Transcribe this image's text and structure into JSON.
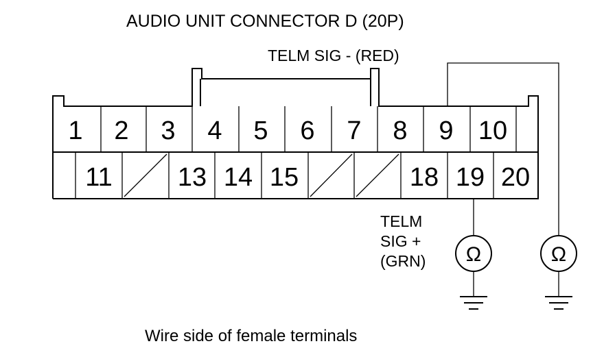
{
  "title": "AUDIO UNIT CONNECTOR D (20P)",
  "labels": {
    "telm_sig_minus": "TELM SIG -  (RED)",
    "telm_sig_plus_line1": "TELM",
    "telm_sig_plus_line2": "SIG +",
    "telm_sig_plus_line3": "(GRN)"
  },
  "connector": {
    "top_row": [
      "1",
      "2",
      "3",
      "4",
      "5",
      "6",
      "7",
      "8",
      "9",
      "10"
    ],
    "bottom_row": [
      "11",
      "13",
      "14",
      "15",
      "18",
      "19",
      "20"
    ]
  },
  "meter_symbol": "Ω",
  "icons": [
    "ohmmeter-icon",
    "ground-icon"
  ],
  "caption": "Wire side of female terminals"
}
